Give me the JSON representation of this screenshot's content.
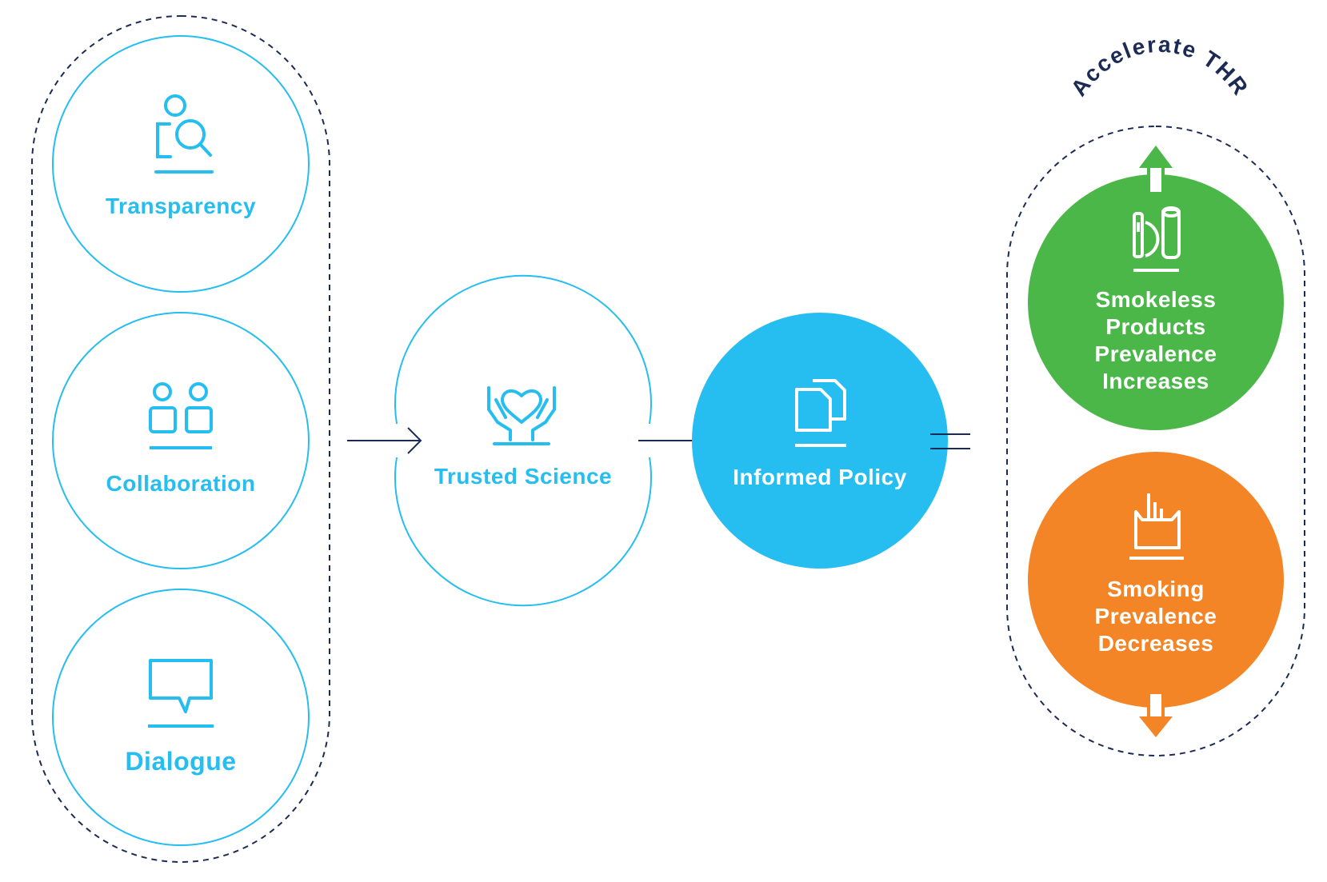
{
  "pillars": [
    {
      "label": "Transparency",
      "icon": "person-search-icon"
    },
    {
      "label": "Collaboration",
      "icon": "two-people-icon"
    },
    {
      "label": "Dialogue",
      "icon": "speech-bubble-icon"
    }
  ],
  "trusted": {
    "label": "Trusted Science",
    "icon": "hands-heart-icon"
  },
  "policy": {
    "label": "Informed Policy",
    "icon": "documents-icon"
  },
  "accelerate": {
    "label": "Accelerate THR"
  },
  "outcomes": {
    "smokeless": {
      "label": "Smokeless Products Prevalence Increases",
      "icon": "smokeless-products-icon",
      "trend": "up"
    },
    "smoking": {
      "label": "Smoking Prevalence Decreases",
      "icon": "cigarette-pack-icon",
      "trend": "down"
    }
  },
  "colors": {
    "light_blue": "#26bdf0",
    "navy": "#1c2b55",
    "green": "#4cb749",
    "orange": "#f38526"
  }
}
